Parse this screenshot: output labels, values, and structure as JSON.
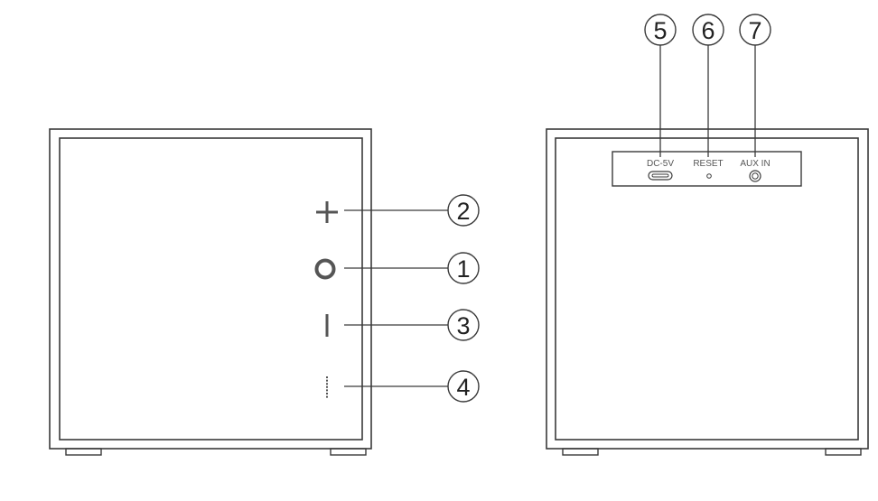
{
  "front": {
    "callouts": [
      {
        "number": "2",
        "control": "plus-icon"
      },
      {
        "number": "1",
        "control": "power-icon"
      },
      {
        "number": "3",
        "control": "minus-icon"
      },
      {
        "number": "4",
        "control": "indicator-led"
      }
    ]
  },
  "back": {
    "callouts": [
      {
        "number": "5",
        "port": "dc-5v-port"
      },
      {
        "number": "6",
        "port": "reset-pinhole"
      },
      {
        "number": "7",
        "port": "aux-in-jack"
      }
    ],
    "port_labels": {
      "dc": "DC-5V",
      "reset": "RESET",
      "aux": "AUX IN"
    }
  },
  "colors": {
    "stroke": "#3a3a3a",
    "icon": "#555555",
    "port_label": "#555555"
  }
}
